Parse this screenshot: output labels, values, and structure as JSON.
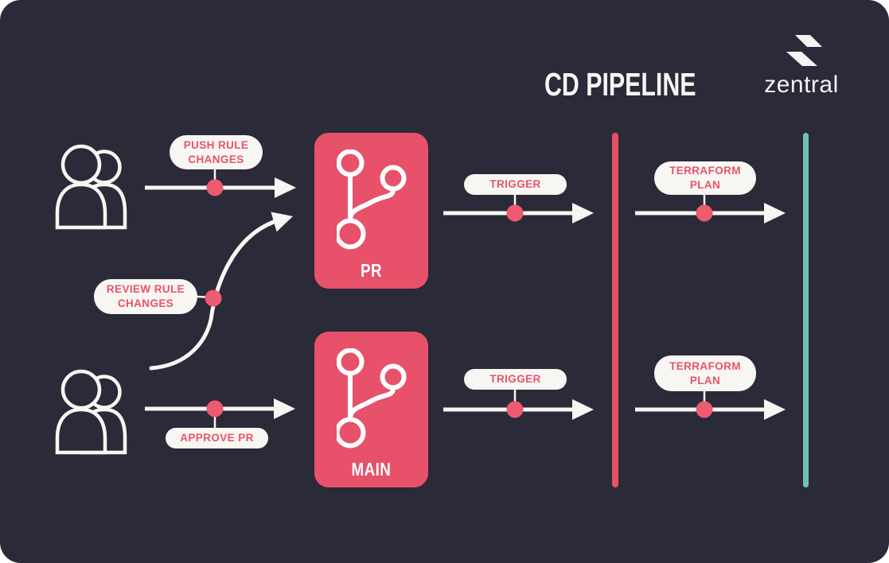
{
  "header": {
    "title": "CD PIPELINE",
    "brand": "zentral"
  },
  "colors": {
    "background": "#2b2a38",
    "accent_pink": "#e8516a",
    "dot_pink": "#ee5a70",
    "divider_red": "#e85165",
    "divider_teal": "#6fc3b3",
    "pill_background": "#f8f6f3",
    "line_white": "#f8f6f3"
  },
  "pipeline": {
    "pr_row": {
      "action_label": "PUSH RULE\nCHANGES",
      "branch_label": "PR",
      "trigger_label": "TRIGGER",
      "plan_label": "TERRAFORM\nPLAN"
    },
    "main_row": {
      "action_label": "APPROVE PR",
      "branch_label": "MAIN",
      "trigger_label": "TRIGGER",
      "plan_label": "TERRAFORM\nPLAN"
    },
    "review_label": "REVIEW RULE\nCHANGES"
  },
  "icons": {
    "actor": "two-users-icon",
    "branch": "git-branch-icon",
    "logo": "zentral-z-flag-icon"
  }
}
